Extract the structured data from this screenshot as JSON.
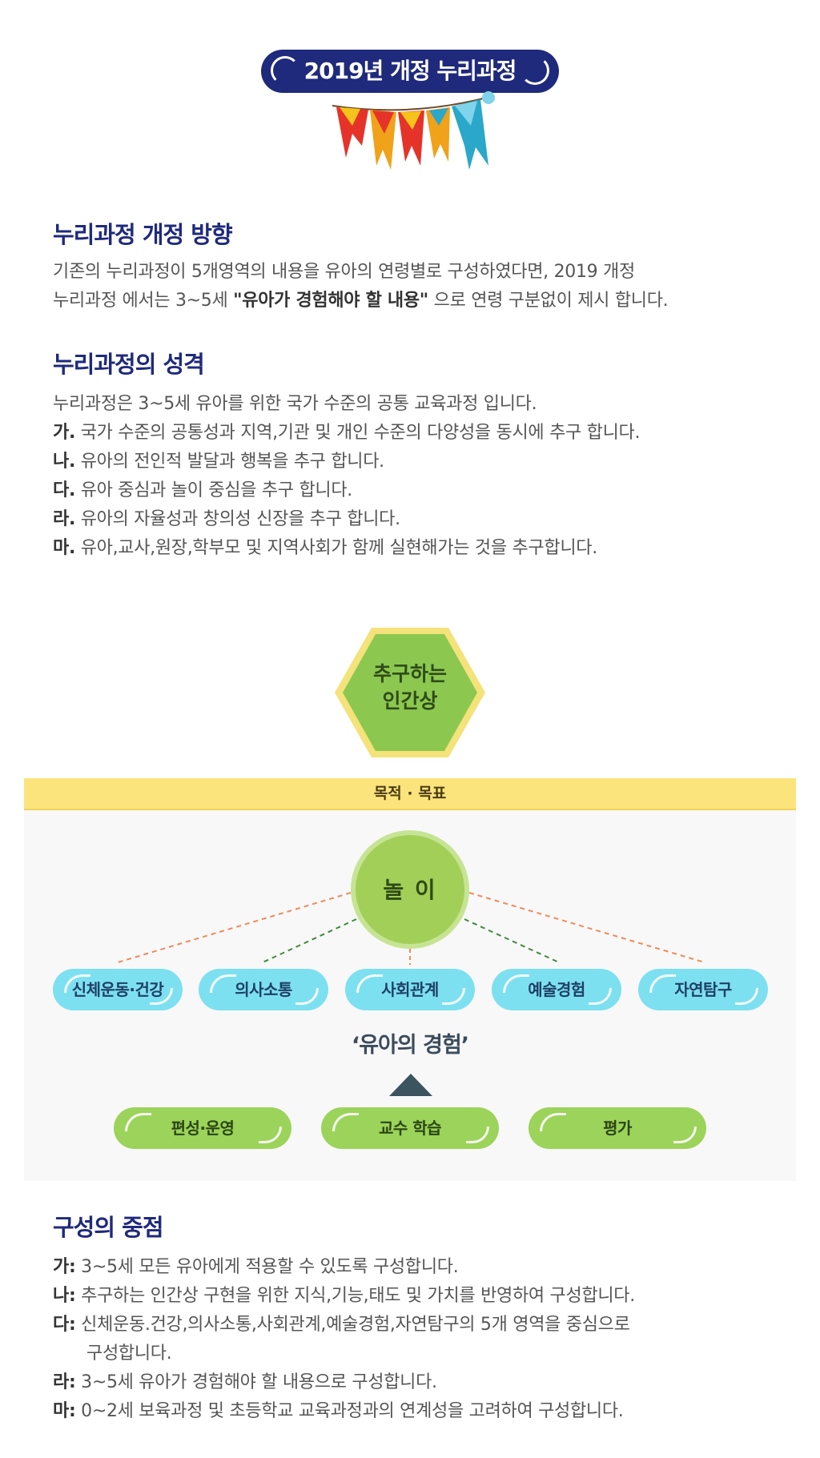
{
  "header": {
    "badge_title": "2019년 개정 누리과정"
  },
  "section1": {
    "title": "누리과정 개정 방향",
    "line1": "기존의 누리과정이 5개영역의 내용을 유아의 연령별로 구성하였다면,  2019 개정",
    "line2_pre": "누리과정 에서는 3~5세 ",
    "line2_bold": "\"유아가 경험해야 할 내용\"",
    "line2_post": " 으로 연령 구분없이 제시 합니다."
  },
  "section2": {
    "title": "누리과정의 성격",
    "intro": "누리과정은 3~5세 유아를 위한 국가 수준의 공통 교육과정 입니다.",
    "items": [
      {
        "marker": "가.",
        "text": " 국가 수준의 공통성과 지역,기관 및 개인 수준의 다양성을 동시에 추구 합니다."
      },
      {
        "marker": "나.",
        "text": " 유아의 전인적 발달과 행복을 추구 합니다."
      },
      {
        "marker": "다.",
        "text": " 유아 중심과 놀이 중심을 추구 합니다."
      },
      {
        "marker": "라.",
        "text": " 유아의 자율성과 창의성 신장을 추구 합니다."
      },
      {
        "marker": "마.",
        "text": " 유아,교사,원장,학부모 및 지역사회가 함께 실현해가는 것을 추구합니다."
      }
    ]
  },
  "diagram": {
    "hex_line1": "추구하는",
    "hex_line2": "인간상",
    "goal_bar": "목적 · 목표",
    "center": "놀 이",
    "domains": [
      "신체운동·건강",
      "의사소통",
      "사회관계",
      "예술경험",
      "자연탐구"
    ],
    "experience": "‘유아의 경험’",
    "bottom": [
      "편성·운영",
      "교수 학습",
      "평가"
    ],
    "colors": {
      "hex_fill": "#8cc850",
      "hex_border": "#f4e27a",
      "goal_bar": "#fce47c",
      "domain_pill": "#7de0f0",
      "bottom_pill": "#9cd35a",
      "orange_line": "#ee8a5a",
      "green_line": "#3f8a3a"
    }
  },
  "section3": {
    "title": "구성의 중점",
    "items": [
      {
        "marker": "가:",
        "text": " 3~5세 모든 유아에게 적용할 수 있도록 구성합니다."
      },
      {
        "marker": "나:",
        "text": " 추구하는 인간상 구현을 위한 지식,기능,태도 및 가치를 반영하여 구성합니다."
      },
      {
        "marker": "다:",
        "text": " 신체운동.건강,의사소통,사회관계,예술경험,자연탐구의 5개 영역을 중심으로"
      },
      {
        "marker": "",
        "text": "구성합니다."
      },
      {
        "marker": "라:",
        "text": " 3~5세 유아가 경험해야 할 내용으로 구성합니다."
      },
      {
        "marker": "마:",
        "text": " 0~2세 보육과정 및 초등학교 교육과정과의 연계성을 고려하여 구성합니다."
      }
    ]
  }
}
